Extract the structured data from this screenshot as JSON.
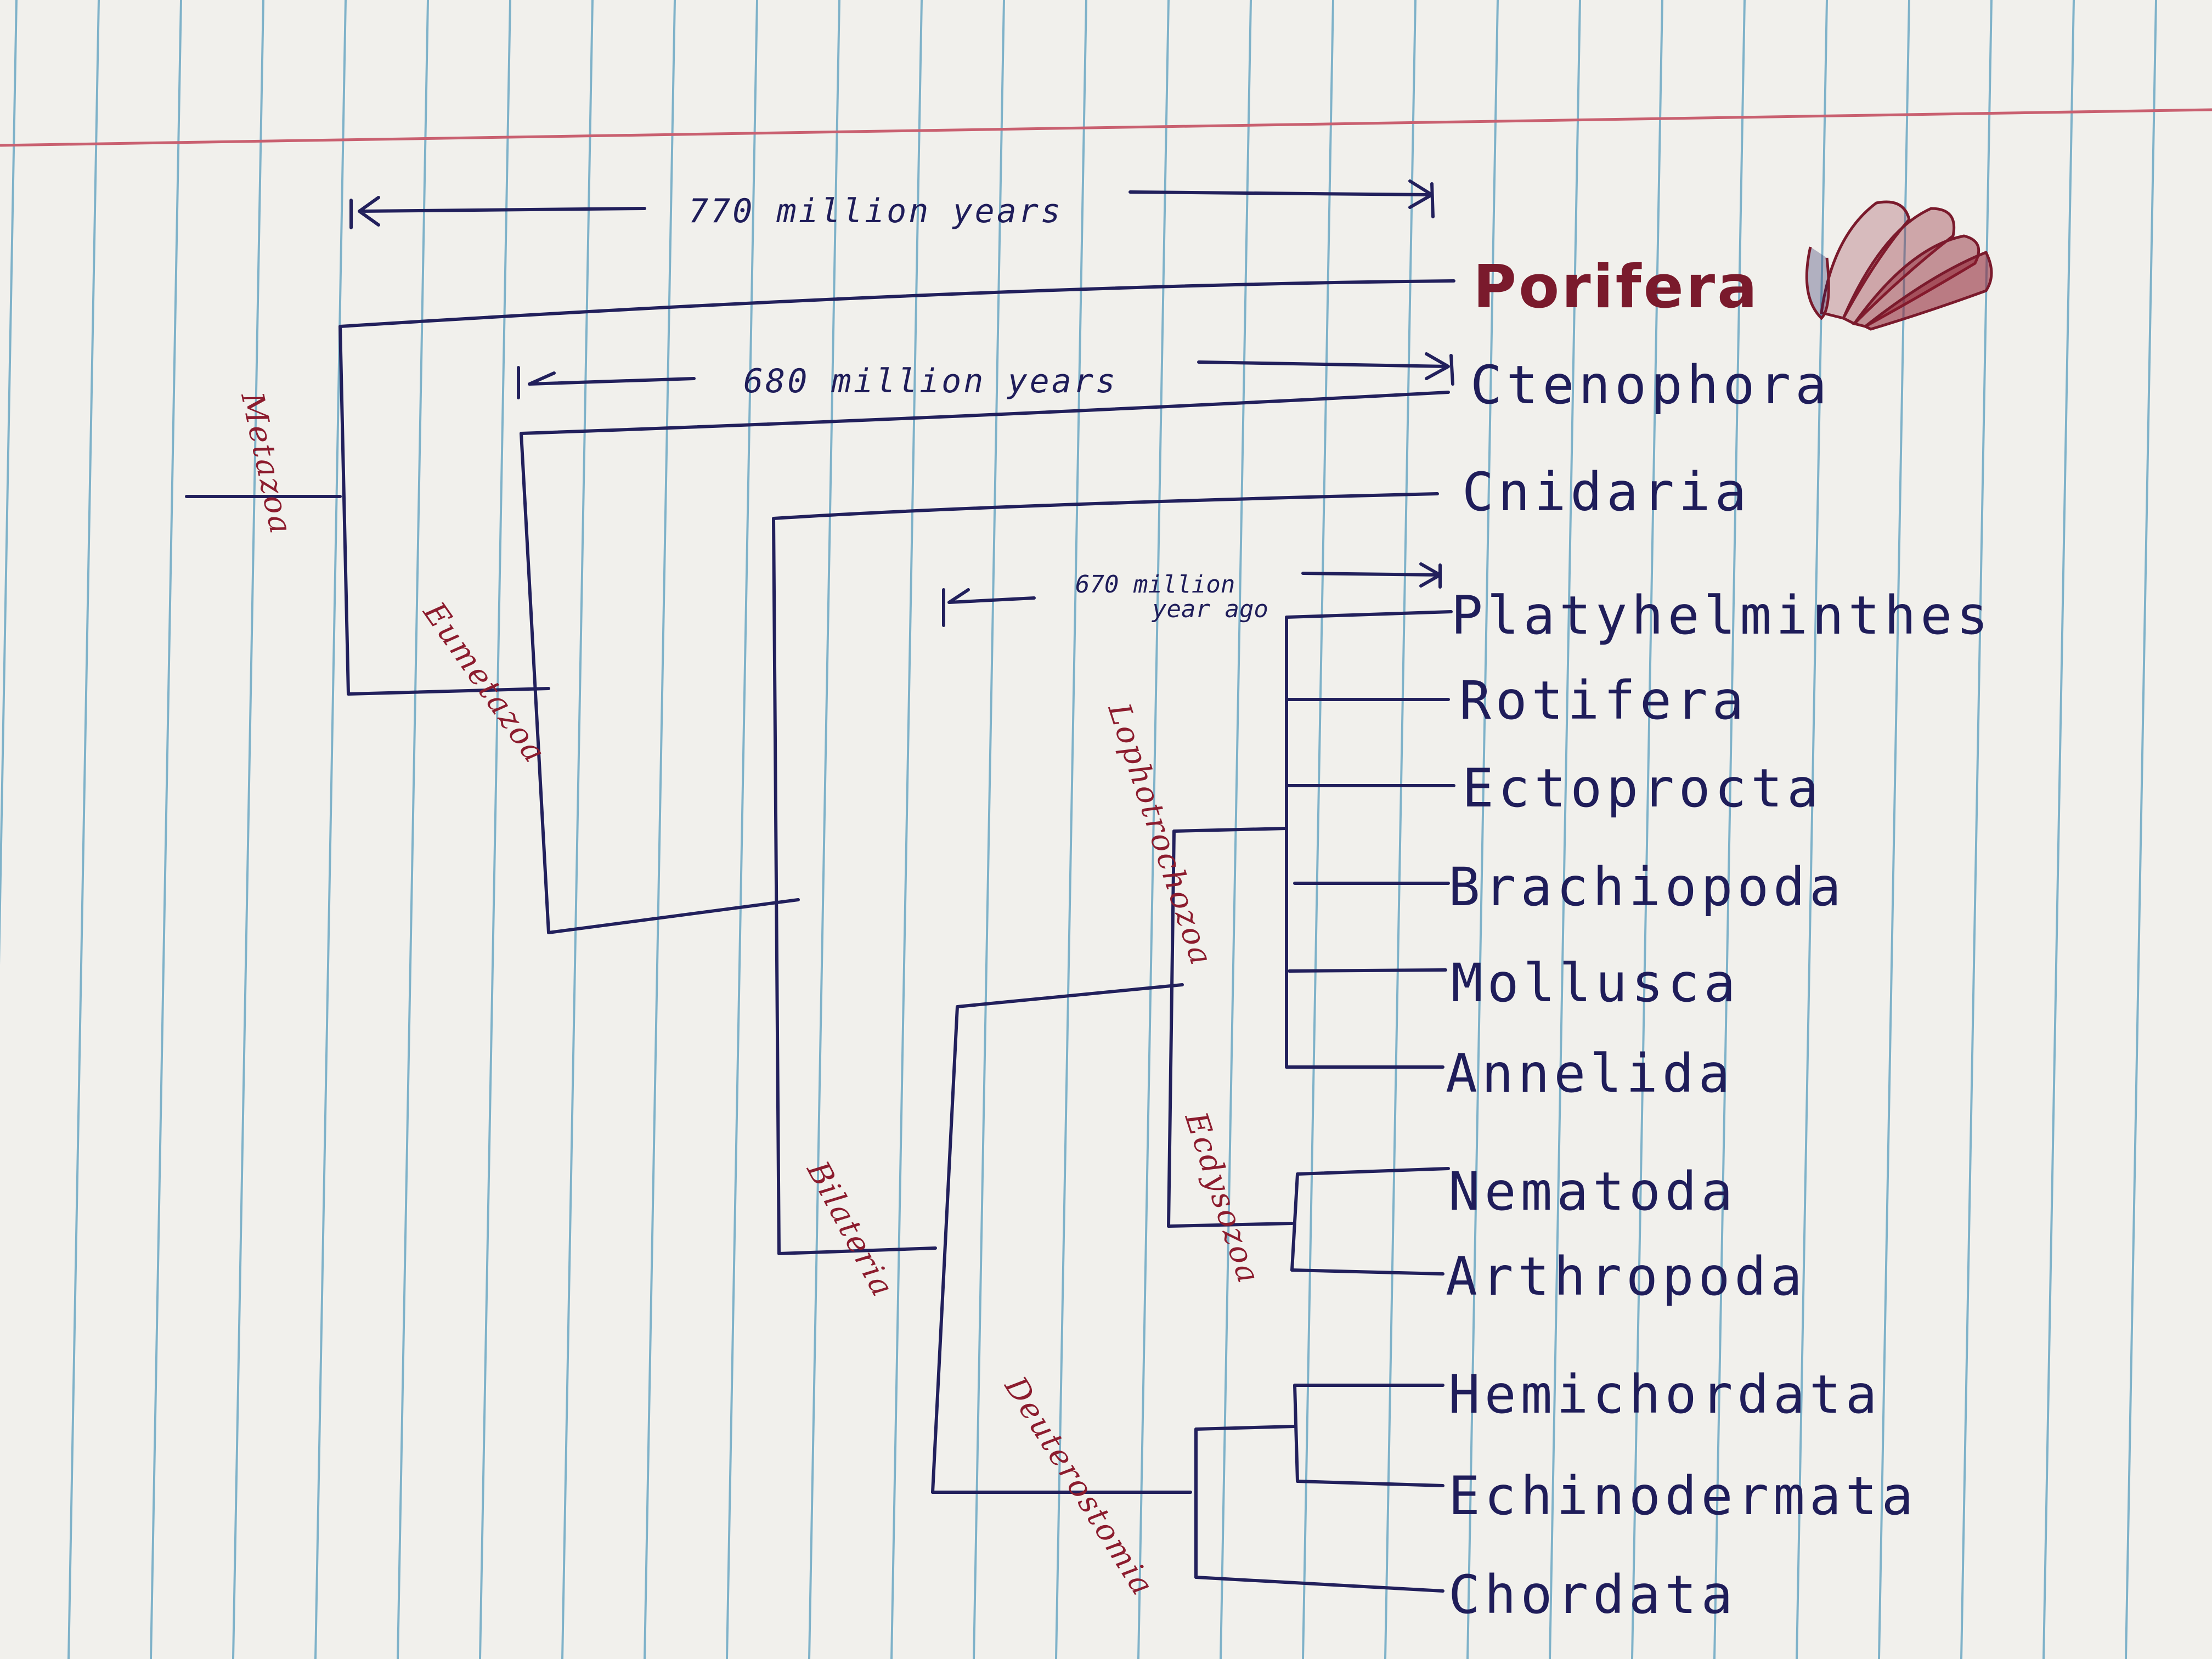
{
  "timelines": {
    "t770": "770 million years",
    "t680": "680 million years",
    "t670_line1": "670 million",
    "t670_line2": "year ago"
  },
  "taxa": {
    "porifera": "Porifera",
    "ctenophora": "Ctenophora",
    "cnidaria": "Cnidaria",
    "platyhelminthes": "Platyhelminthes",
    "rotifera": "Rotifera",
    "ectoprocta": "Ectoprocta",
    "brachiopoda": "Brachiopoda",
    "mollusca": "Mollusca",
    "annelida": "Annelida",
    "nematoda": "Nematoda",
    "arthropoda": "Arthropoda",
    "hemichordata": "Hemichordata",
    "echinodermata": "Echinodermata",
    "chordata": "Chordata"
  },
  "clades": {
    "metazoa": "Metazoa",
    "eumetazoa": "Eumetazoa",
    "lophotrochozoa": "Lophotrochozoa",
    "ecdysozoa": "Ecdysozoa",
    "bilateria": "Bilateria",
    "deuterostomia": "Deuterostomia"
  },
  "colors": {
    "paper": "#f1f0ec",
    "rule_line": "#7fb2c9",
    "margin_line": "#c96070",
    "ink_blue": "#1f1d5a",
    "ink_red": "#8c1c2e"
  },
  "icons": [
    "sponge-icon"
  ]
}
